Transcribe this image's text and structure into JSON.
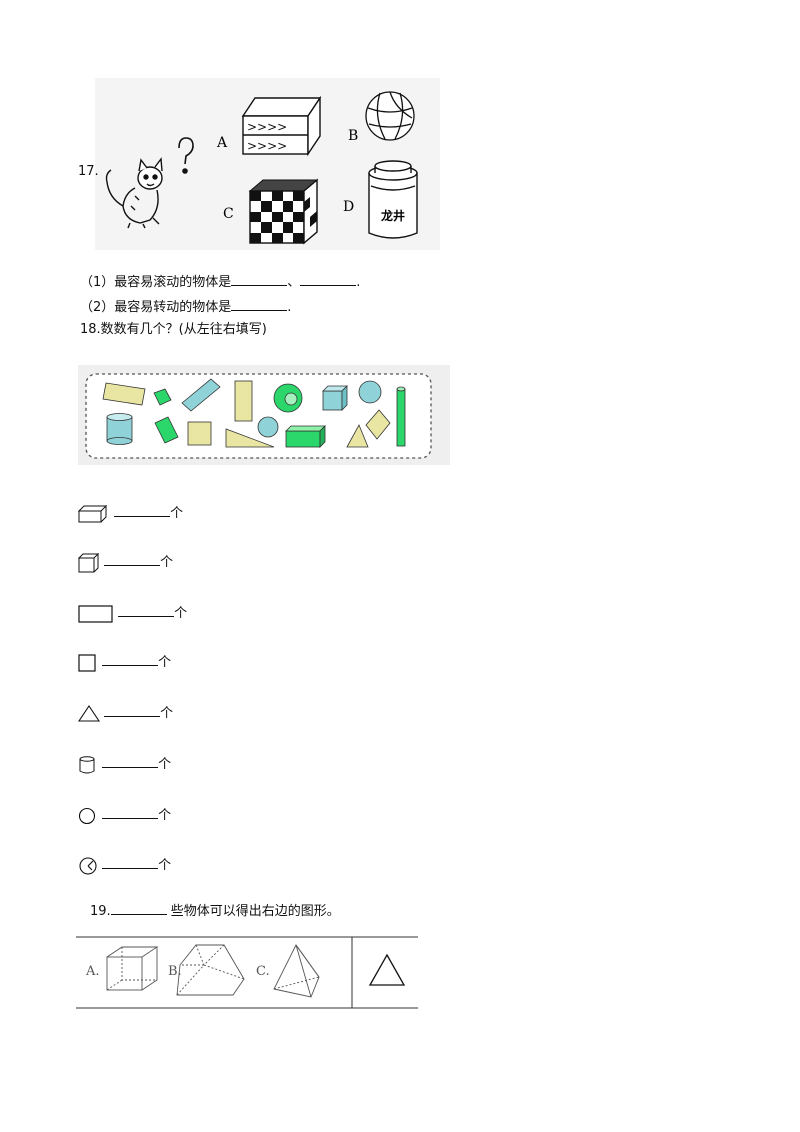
{
  "q17": {
    "number": "17.",
    "option_a": "A",
    "option_b": "B",
    "option_c": "C",
    "option_d": "D",
    "jar_label": "龙井",
    "line1_prefix": "（1）最容易滚动的物体是",
    "line1_sep": "、",
    "line1_end": ".",
    "line2_prefix": "（2）最容易转动的物体是",
    "line2_end": "."
  },
  "q18": {
    "title": "18.数数有几个？(从左往右填写)",
    "unit": "个"
  },
  "q19": {
    "number": "19.",
    "text": "些物体可以得出右边的图形。",
    "option_a": "A.",
    "option_b": "B.",
    "option_c": "C."
  },
  "icons": [
    "cuboid-icon",
    "cube-icon",
    "rectangle-icon",
    "square-icon",
    "triangle-icon",
    "cylinder-icon",
    "circle-icon",
    "sphere-icon"
  ],
  "colors": {
    "yellow": "#e9e6a3",
    "cyan": "#8fd3d8",
    "green": "#2bd66a",
    "ink": "#111111"
  }
}
